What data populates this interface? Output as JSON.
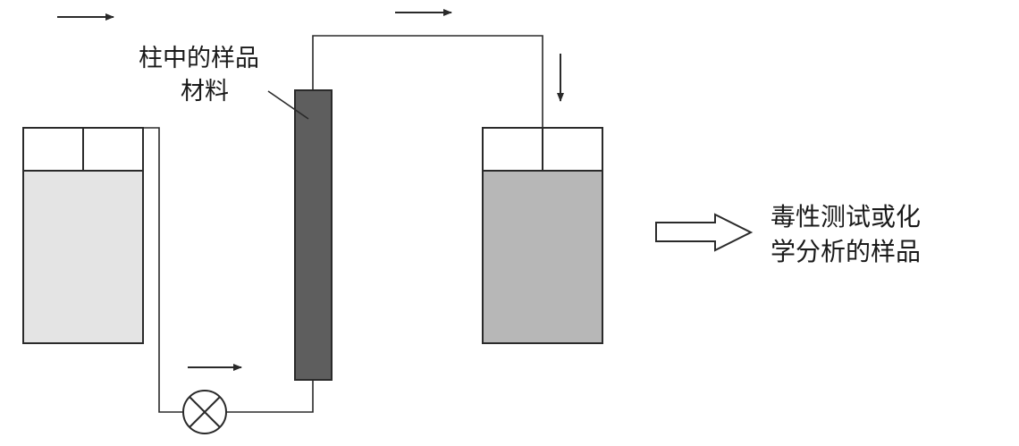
{
  "column_label": {
    "line1": "柱中的样品",
    "line2": "材料"
  },
  "output_label": {
    "line1": "毒性测试或化",
    "line2": "学分析的样品"
  },
  "colors": {
    "source_tank_fill": "#e4e4e4",
    "receiving_tank_fill": "#b7b7b7",
    "column_fill": "#5e5e5e",
    "line": "#2a2a2a"
  },
  "icons": {
    "pump": "circle-x-pump-icon",
    "flow_arrow": "right-arrow-icon",
    "output_arrow": "hollow-right-arrow-icon"
  }
}
